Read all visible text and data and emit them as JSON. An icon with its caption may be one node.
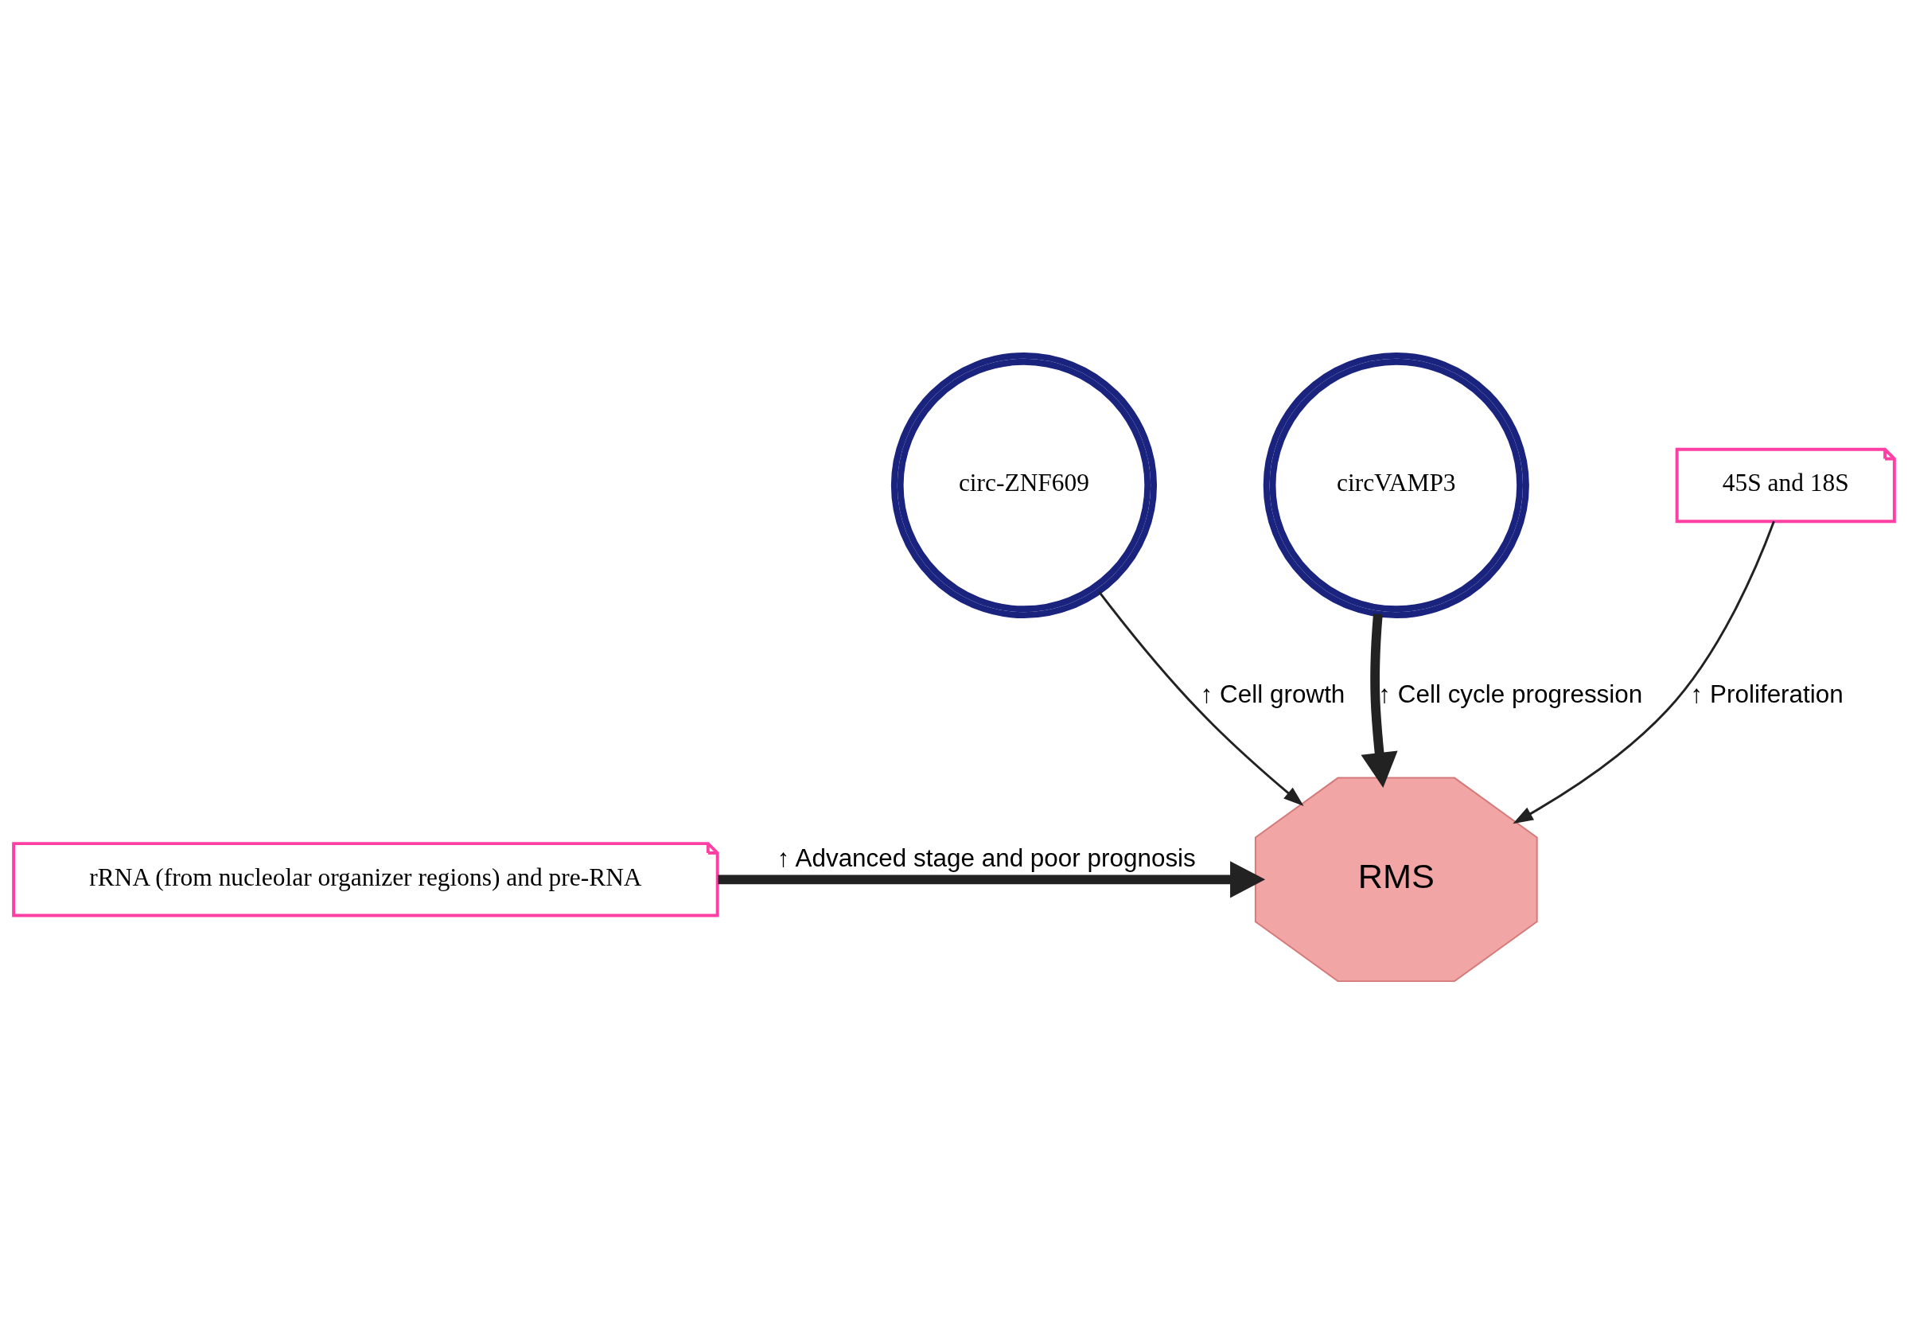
{
  "diagram": {
    "nodes": [
      {
        "text": [
          "circ-ZNF609"
        ]
      },
      {
        "text": [
          "circVAMP3"
        ]
      },
      {
        "text": [
          "RMS"
        ]
      },
      {
        "text": [
          "rRNA (from nucleolar organizer regions) and pre-RNA"
        ]
      },
      {
        "text": [
          "45S and 18S"
        ]
      }
    ],
    "edges": [
      {
        "from": 0,
        "to": 2,
        "arrow": "to",
        "label": "↑ Cell growth"
      },
      {
        "from": 1,
        "to": 2,
        "arrow": "to",
        "label": "↑ Cell cycle progression",
        "style": "thick"
      },
      {
        "from": 3,
        "to": 2,
        "arrow": "to",
        "label": "↑ Advanced stage and poor prognosis",
        "style": "thick"
      },
      {
        "from": 4,
        "to": 2,
        "arrow": "to",
        "label": "↑ Proliferation"
      }
    ]
  }
}
